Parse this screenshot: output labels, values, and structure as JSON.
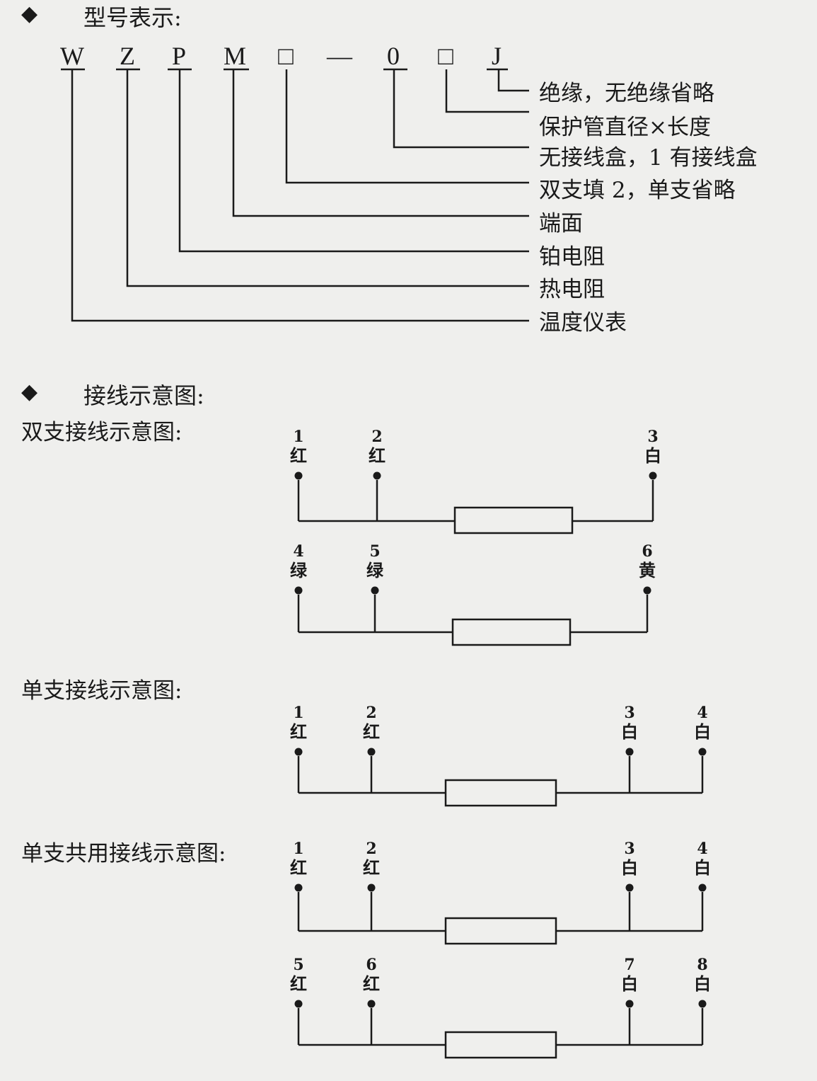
{
  "model_section": {
    "bullet": "◆",
    "title": "型号表示:",
    "codes": [
      "W",
      "Z",
      "P",
      "M",
      "□",
      "—",
      "0",
      "□",
      "J"
    ],
    "descriptions": [
      "绝缘，无绝缘省略",
      "保护管直径×长度",
      "无接线盒，1 有接线盒",
      "双支填 2，单支省略",
      "端面",
      "铂电阻",
      "热电阻",
      "温度仪表"
    ]
  },
  "wiring_section": {
    "bullet": "◆",
    "title": "接线示意图:",
    "double_title": "双支接线示意图:",
    "single_title": "单支接线示意图:",
    "shared_title": "单支共用接线示意图:",
    "double": [
      {
        "terminals": [
          {
            "num": "1",
            "color": "红"
          },
          {
            "num": "2",
            "color": "红"
          },
          {
            "num": "3",
            "color": "白"
          }
        ]
      },
      {
        "terminals": [
          {
            "num": "4",
            "color": "绿"
          },
          {
            "num": "5",
            "color": "绿"
          },
          {
            "num": "6",
            "color": "黄"
          }
        ]
      }
    ],
    "single": [
      {
        "terminals": [
          {
            "num": "1",
            "color": "红"
          },
          {
            "num": "2",
            "color": "红"
          },
          {
            "num": "3",
            "color": "白"
          },
          {
            "num": "4",
            "color": "白"
          }
        ]
      }
    ],
    "shared": [
      {
        "terminals": [
          {
            "num": "1",
            "color": "红"
          },
          {
            "num": "2",
            "color": "红"
          },
          {
            "num": "3",
            "color": "白"
          },
          {
            "num": "4",
            "color": "白"
          }
        ]
      },
      {
        "terminals": [
          {
            "num": "5",
            "color": "红"
          },
          {
            "num": "6",
            "color": "红"
          },
          {
            "num": "7",
            "color": "白"
          },
          {
            "num": "8",
            "color": "白"
          }
        ]
      }
    ]
  }
}
